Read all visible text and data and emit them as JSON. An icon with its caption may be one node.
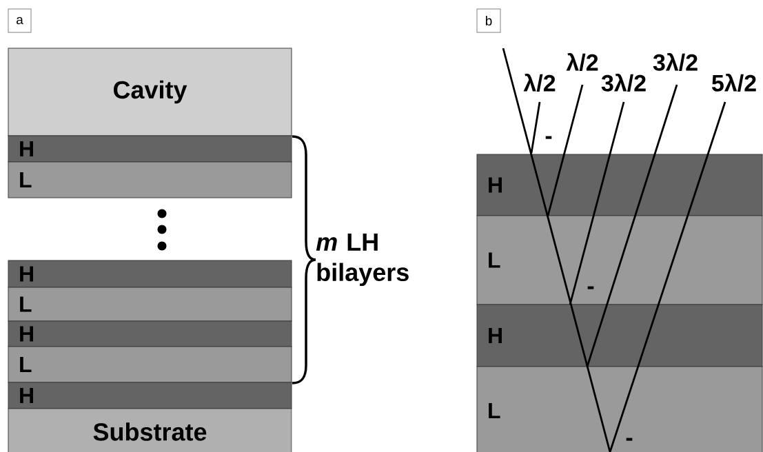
{
  "diagram": {
    "nodes": [
      {
        "text": [
          "a"
        ]
      },
      {
        "text": [
          "Cavity"
        ]
      },
      {
        "text": [
          "H"
        ]
      },
      {
        "text": [
          "L"
        ]
      },
      {
        "text": [
          "H"
        ]
      },
      {
        "text": [
          "L"
        ]
      },
      {
        "text": [
          "H"
        ]
      },
      {
        "text": [
          "L"
        ]
      },
      {
        "text": [
          "H"
        ]
      },
      {
        "text": [
          "Substrate"
        ]
      },
      {
        "text": [
          "b"
        ]
      },
      {
        "text": [
          "H"
        ]
      },
      {
        "text": [
          "L"
        ]
      },
      {
        "text": [
          "H"
        ]
      },
      {
        "text": [
          "L"
        ]
      }
    ],
    "labels": [
      "*m* LH bilayers",
      "λ/2",
      "3λ/2",
      "λ/2",
      "3λ/2",
      "5λ/2",
      "-",
      "-",
      "-"
    ]
  }
}
